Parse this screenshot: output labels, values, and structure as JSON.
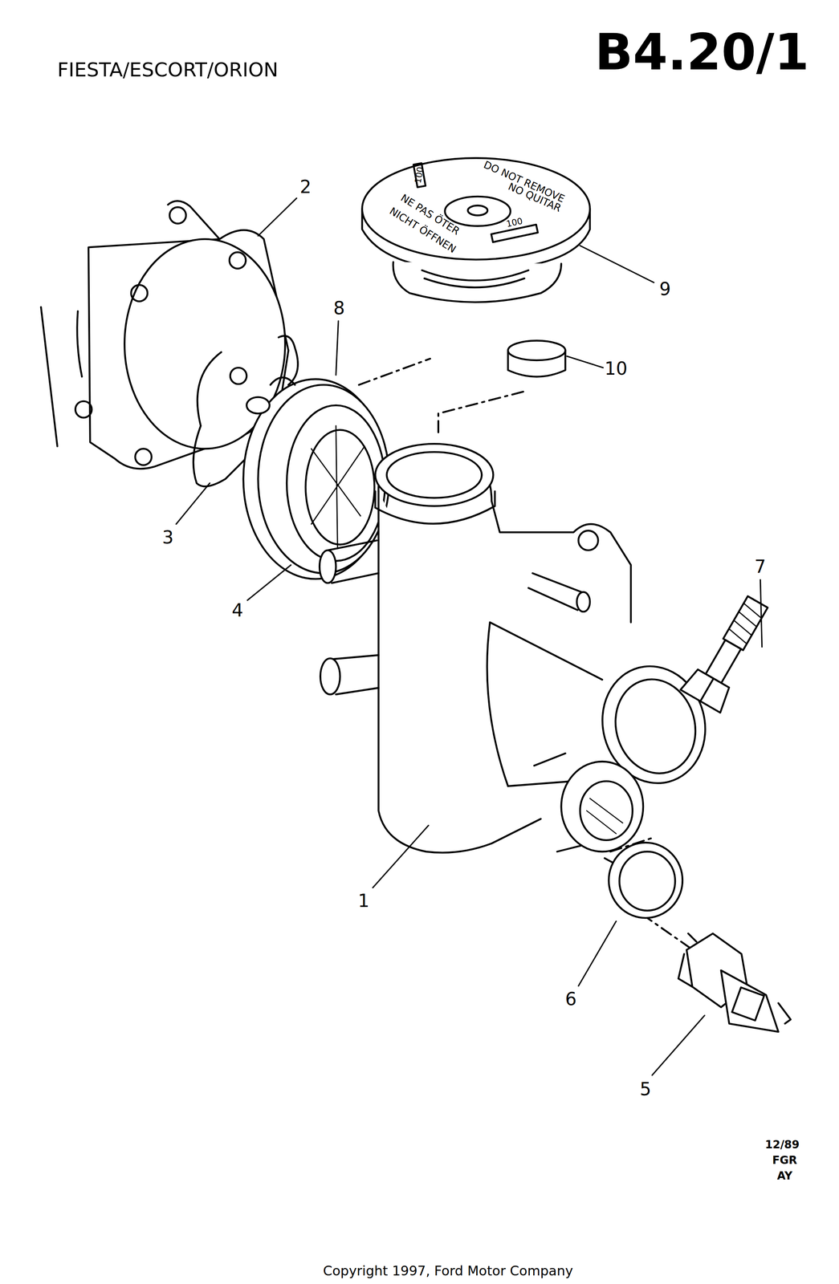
{
  "diagram": {
    "title": "FIESTA/ESCORT/ORION",
    "caption": "Copyright 1997, Ford Motor Company",
    "labels": [
      "B4.20/1",
      "2",
      "DO NOT REMOVE",
      "NO QUITAR",
      "100",
      "NE PAS ÖTER",
      "NICHT ÖFFNEN",
      "100",
      "8",
      "9",
      "10",
      "3",
      "4",
      "7",
      "1",
      "6",
      "5",
      "12/89",
      "FGR",
      "AY"
    ]
  }
}
